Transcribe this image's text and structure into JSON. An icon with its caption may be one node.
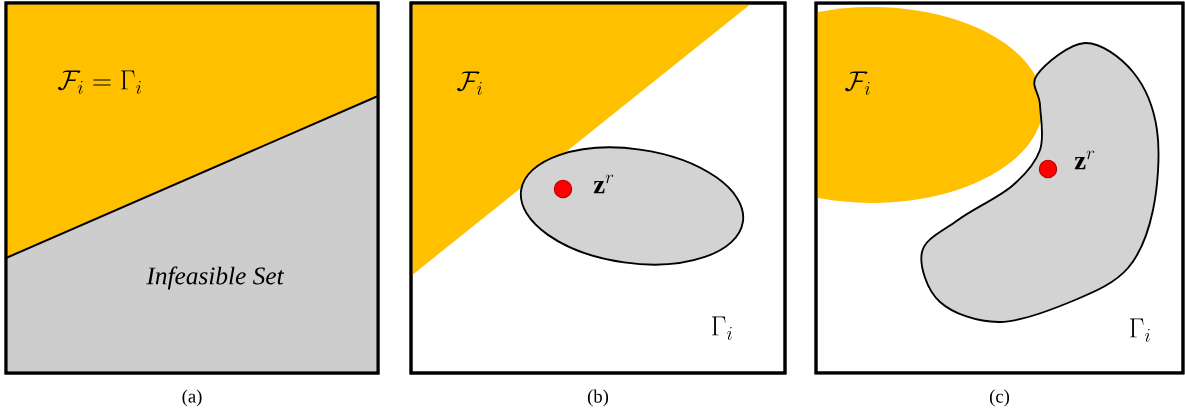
{
  "diagram": {
    "nodes": [
      {
        "text": [],
        "shape": "box",
        "beside": [
          "(a)"
        ]
      },
      {
        "text": [
          "\\mathcal{F}_i = \\Gamma_i"
        ],
        "in": 0
      },
      {
        "text": [
          "Infeasible Set"
        ],
        "in": 0
      },
      {
        "text": [],
        "shape": "box",
        "beside": [
          "(b)"
        ]
      },
      {
        "text": [
          "\\mathcal{F}_i"
        ],
        "in": 3
      },
      {
        "text": [
          "\\mathbf{z}^r"
        ],
        "in": 3
      },
      {
        "text": [],
        "shape": "box",
        "beside": [
          "(c)"
        ]
      },
      {
        "text": [
          "\\mathcal{F}_i"
        ],
        "in": 6
      },
      {
        "text": [
          "\\mathbf{z}^r"
        ],
        "in": 6
      }
    ],
    "labels": [
      "\\Gamma_i",
      "\\Gamma_i"
    ]
  }
}
